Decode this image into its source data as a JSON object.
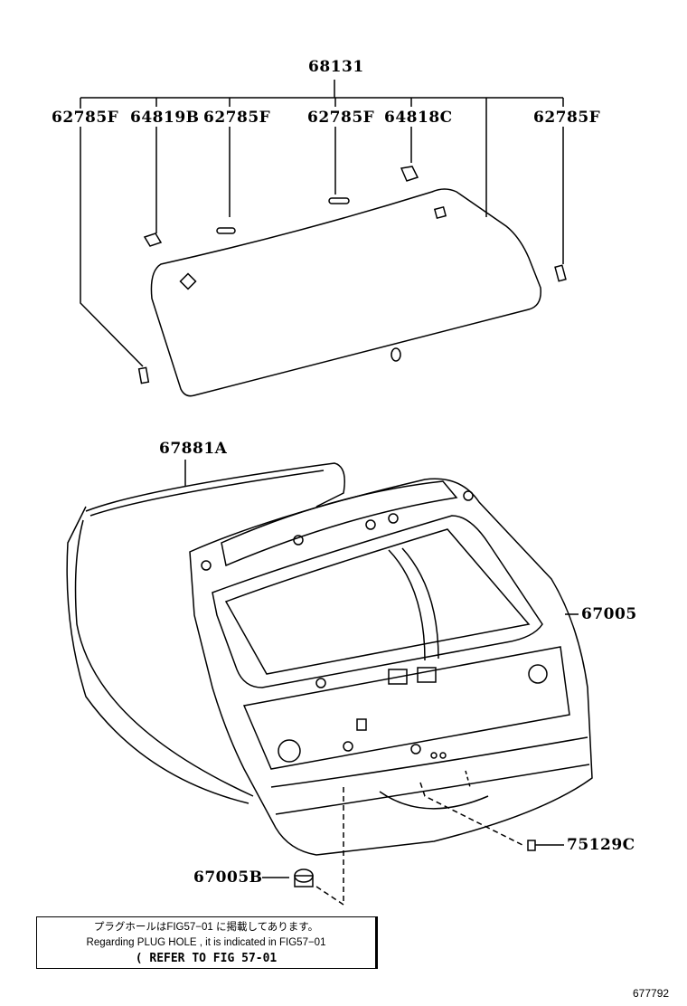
{
  "parts": {
    "glass_assy": "68131",
    "glass_subparts": [
      "62785F",
      "64819B",
      "62785F",
      "62785F",
      "64818C",
      "62785F"
    ],
    "weatherstrip": "67881A",
    "back_door_panel": "67005",
    "plate": "75129C",
    "plug": "67005B"
  },
  "note": {
    "japanese": "プラグホールはFIG57−01 に掲載してあります。",
    "english": "Regarding PLUG HOLE , it is indicated in FIG57−01",
    "refer": "( REFER TO FIG 57-01"
  },
  "figure_id": "677792"
}
